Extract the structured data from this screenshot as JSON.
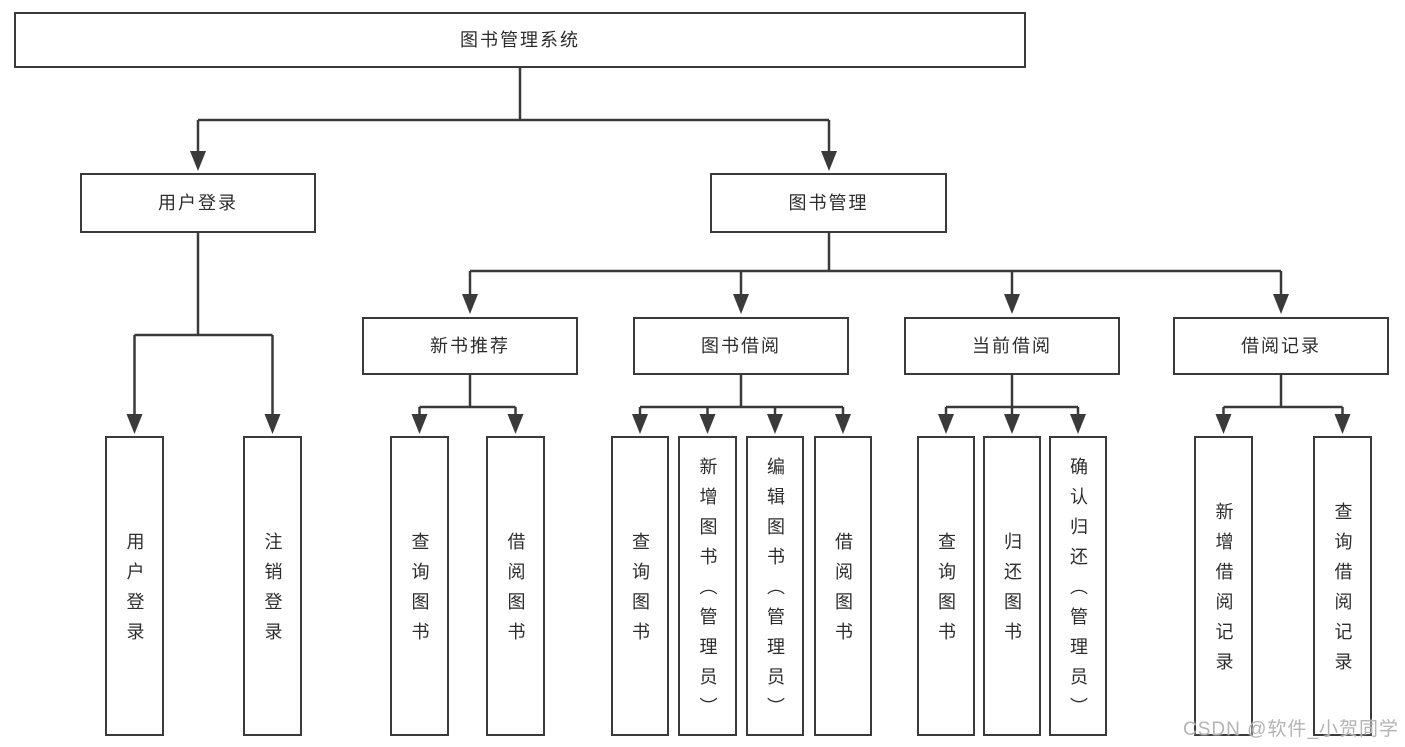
{
  "diagram": {
    "root": "图书管理系统",
    "branches": [
      {
        "label": "用户登录",
        "leaves": [
          "用户登录",
          "注销登录"
        ]
      },
      {
        "label": "图书管理",
        "groups": [
          {
            "label": "新书推荐",
            "leaves": [
              "查询图书",
              "借阅图书"
            ]
          },
          {
            "label": "图书借阅",
            "leaves": [
              "查询图书",
              "新增图书（管理员）",
              "编辑图书（管理员）",
              "借阅图书"
            ]
          },
          {
            "label": "当前借阅",
            "leaves": [
              "查询图书",
              "归还图书",
              "确认归还（管理员）"
            ]
          },
          {
            "label": "借阅记录",
            "leaves": [
              "新增借阅记录",
              "查询借阅记录"
            ]
          }
        ]
      }
    ]
  },
  "watermark": "CSDN @软件_小贺同学",
  "colors": {
    "line": "#3a3a3a",
    "box_border": "#3a3a3a",
    "text": "#2d2d2d",
    "watermark": "#b4b4b4",
    "background": "#ffffff"
  }
}
